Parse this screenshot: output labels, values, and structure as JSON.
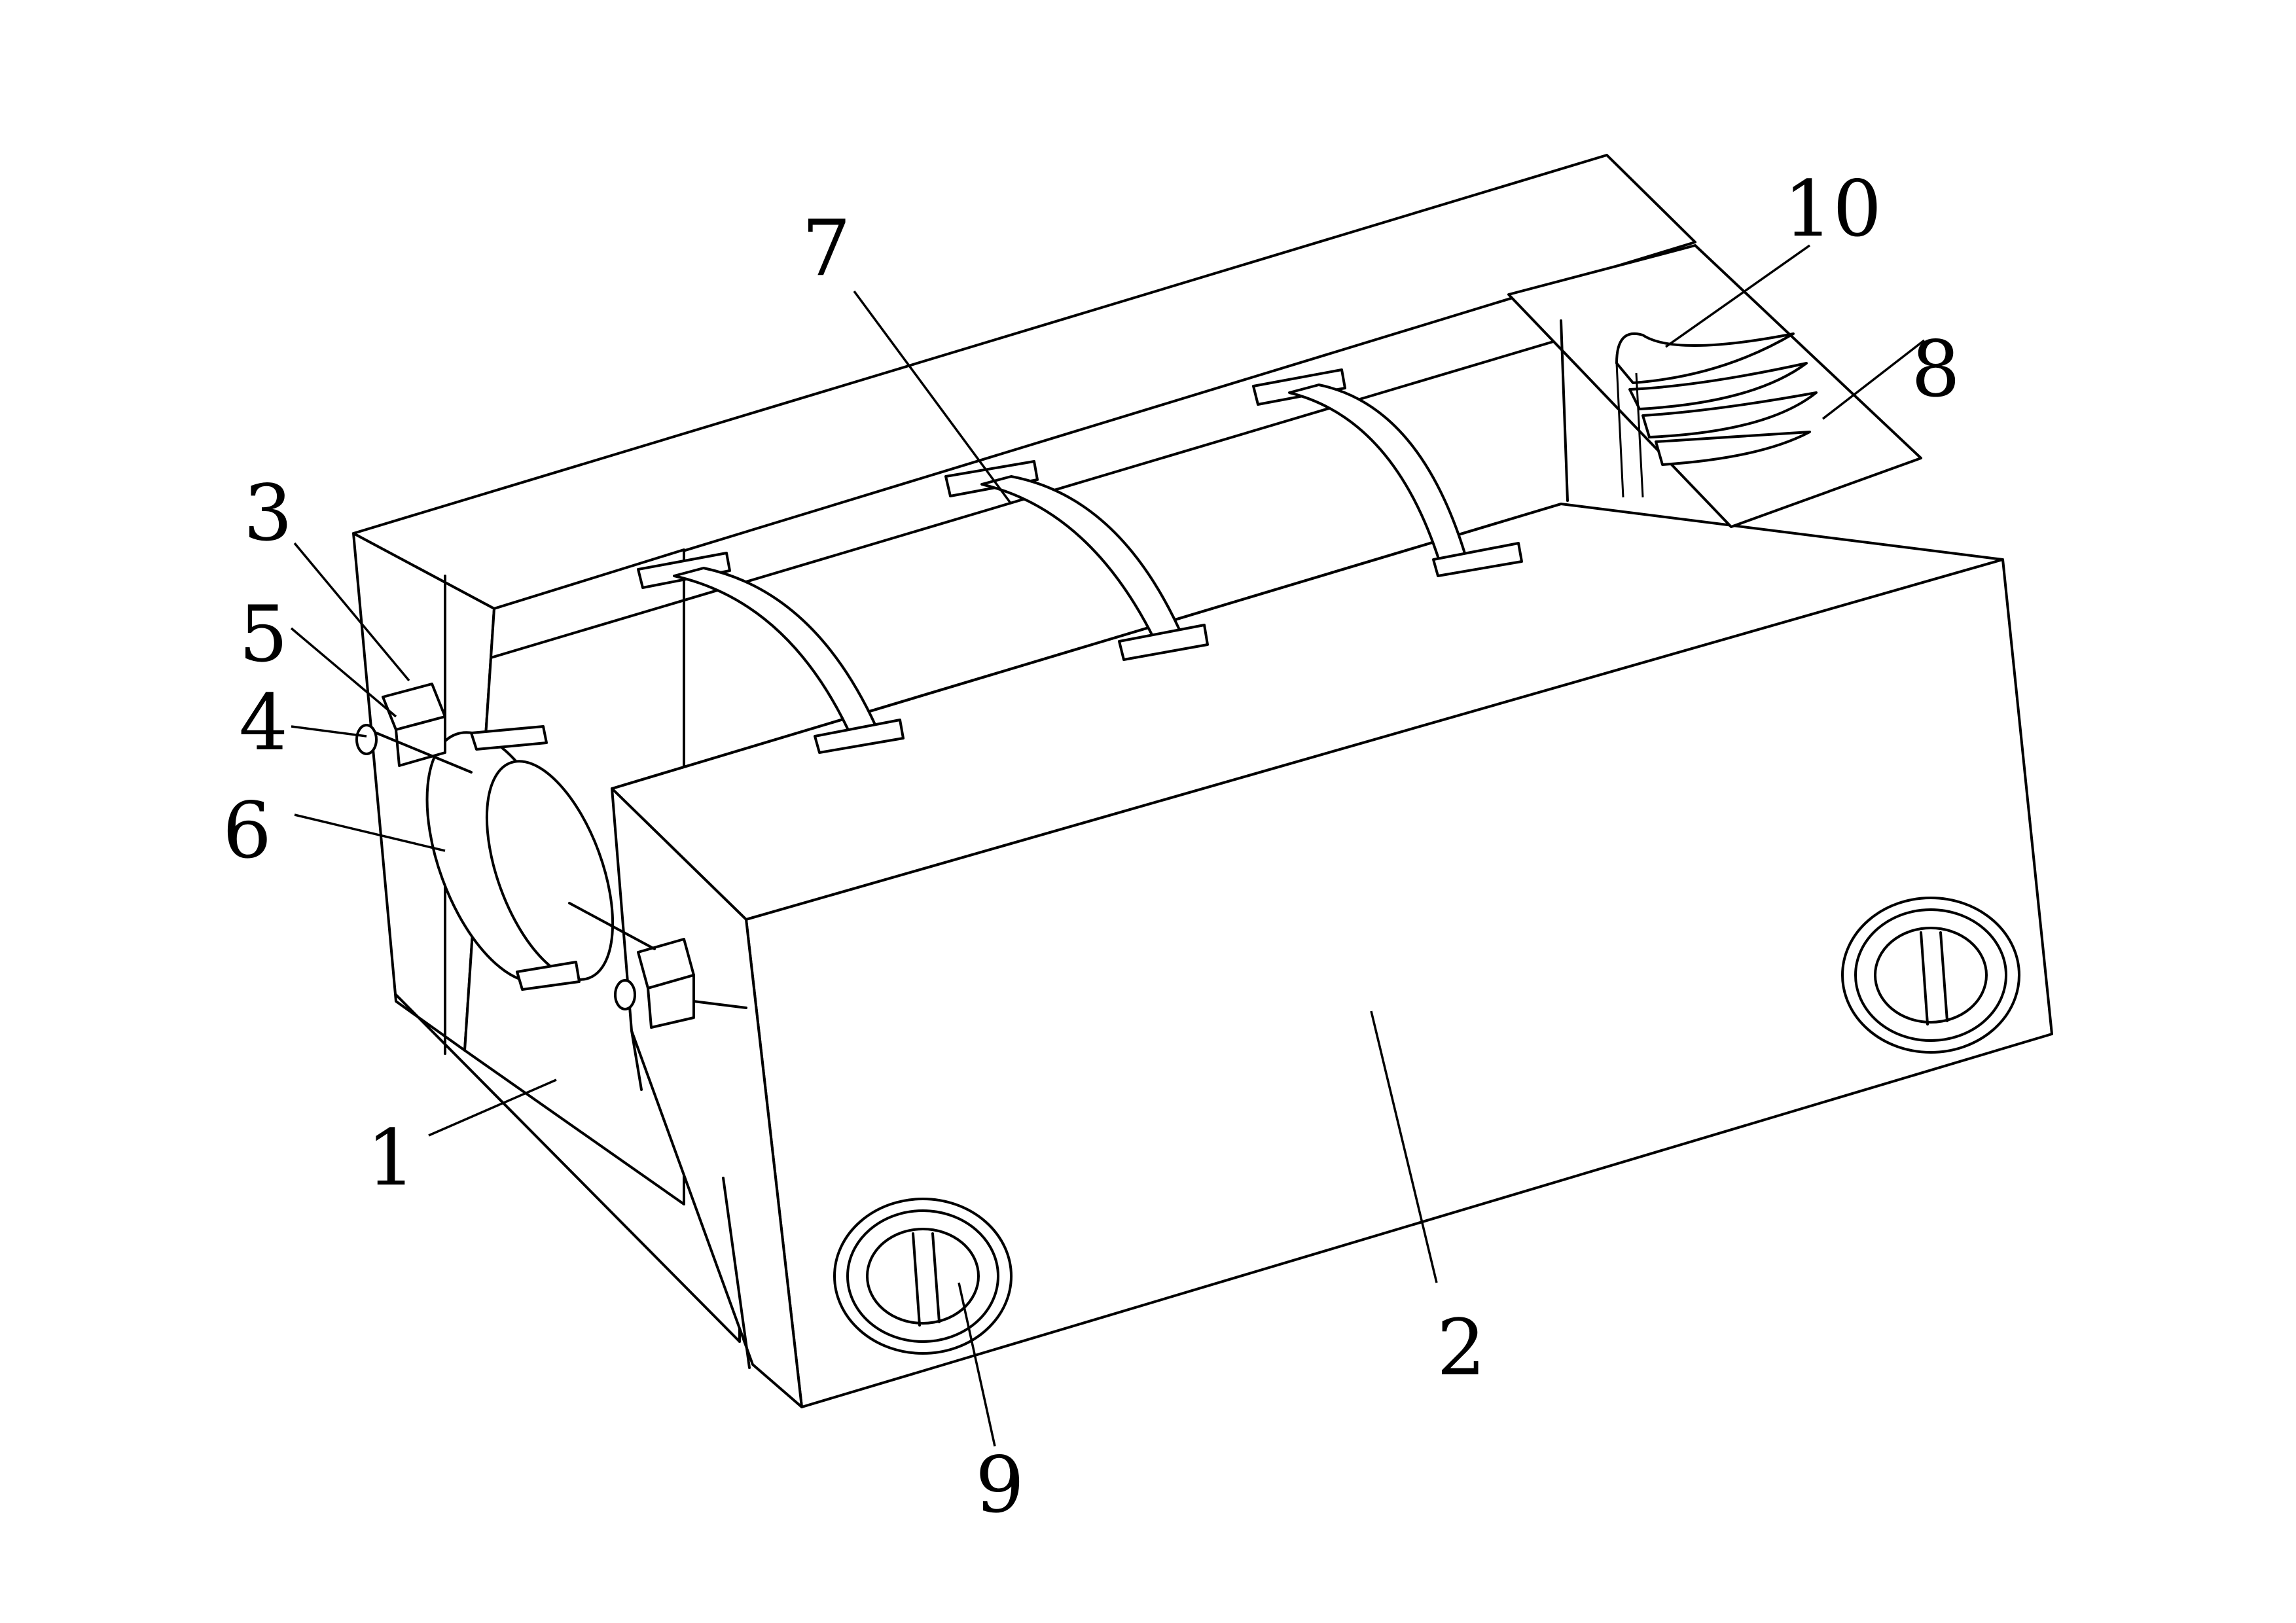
{
  "callouts": {
    "c1": "1",
    "c2": "2",
    "c3": "3",
    "c4": "4",
    "c5": "5",
    "c6": "6",
    "c7": "7",
    "c8": "8",
    "c9": "9",
    "c10": "10"
  }
}
